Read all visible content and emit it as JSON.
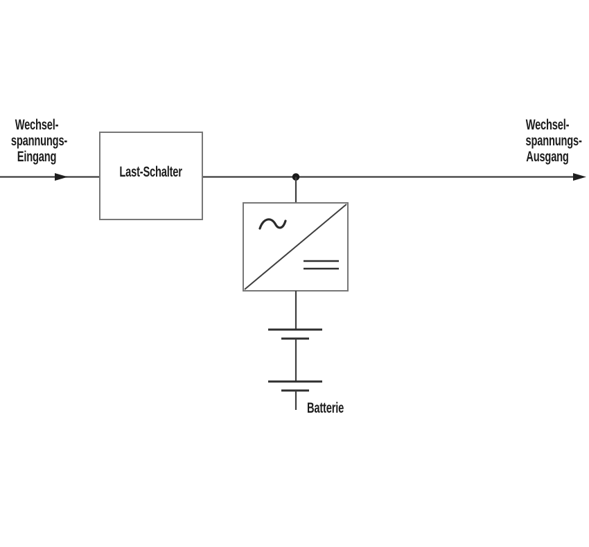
{
  "page": {
    "background_color": "#ffffff"
  },
  "diagram": {
    "labels": {
      "input": {
        "lines": [
          "Wechsel-",
          "spannungs-",
          "Eingang"
        ]
      },
      "output": {
        "lines": [
          "Wechsel-",
          "spannungs-",
          "Ausgang"
        ]
      },
      "load_switch": "Last-Schalter",
      "battery": "Batterie"
    },
    "symbols": {
      "converter_top_left": "sine-wave",
      "converter_bottom_right": "dc-double-line",
      "junction": "filled-dot",
      "flow_direction": "right-arrow"
    },
    "colors": {
      "line": "#3e3e3e",
      "box_border": "#767676",
      "battery_plate": "#2e2e2e",
      "arrow_fill": "#1f1f1f",
      "text": "#1c1c1c",
      "background": "#ffffff"
    }
  }
}
